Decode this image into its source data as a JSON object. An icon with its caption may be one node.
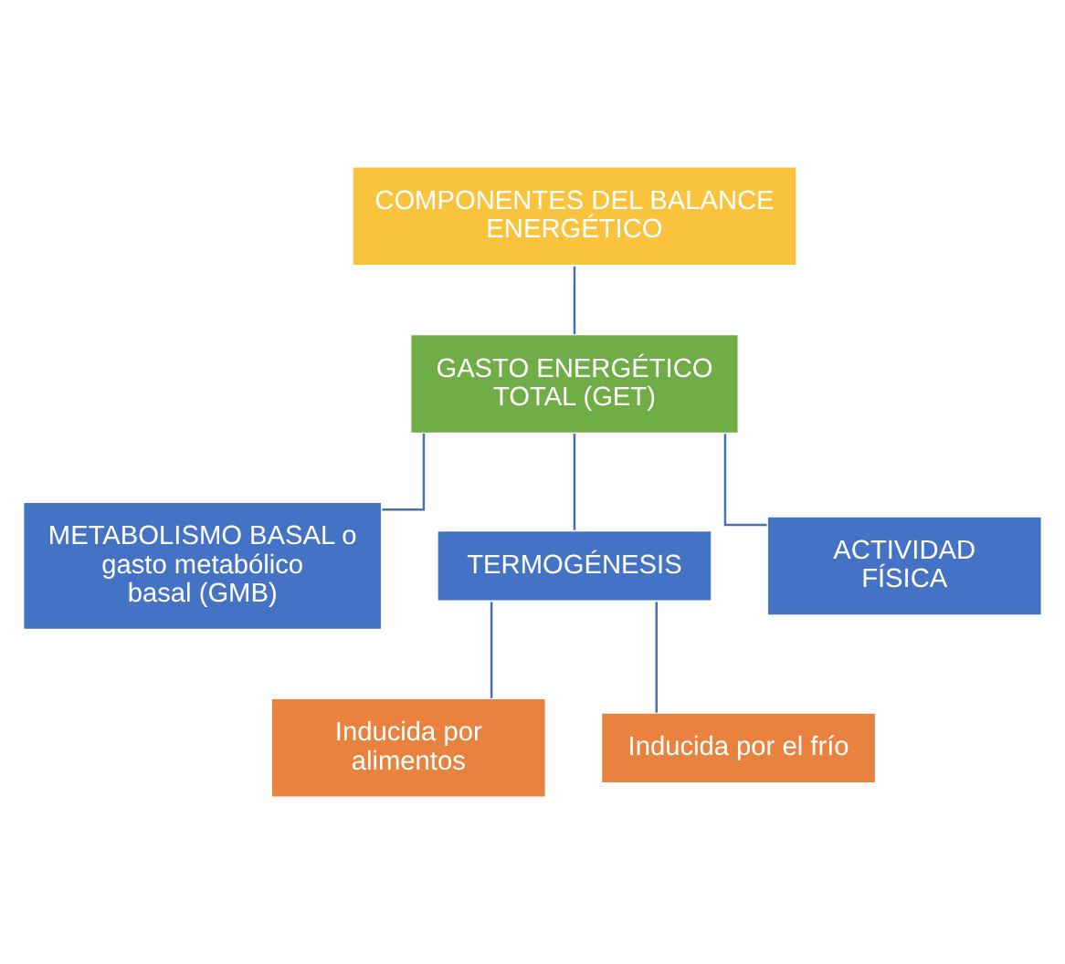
{
  "diagram": {
    "nodes": [
      {
        "text": [
          "COMPONENTES DEL BALANCE ENERGÉTICO"
        ]
      },
      {
        "text": [
          "GASTO ENERGÉTICO TOTAL (GET)"
        ]
      },
      {
        "text": [
          "METABOLISMO BASAL o gasto metabólico basal (GMB)"
        ]
      },
      {
        "text": [
          "TERMOGÉNESIS"
        ]
      },
      {
        "text": [
          "ACTIVIDAD FÍSICA"
        ]
      },
      {
        "text": [
          "Inducida por alimentos"
        ]
      },
      {
        "text": [
          "Inducida por el frío"
        ]
      }
    ],
    "edges": [
      {
        "from": 0,
        "to": 1,
        "arrow": "none"
      },
      {
        "from": 1,
        "to": 2,
        "arrow": "none"
      },
      {
        "from": 1,
        "to": 3,
        "arrow": "none"
      },
      {
        "from": 1,
        "to": 4,
        "arrow": "none"
      },
      {
        "from": 3,
        "to": 5,
        "arrow": "none"
      },
      {
        "from": 3,
        "to": 6,
        "arrow": "none"
      }
    ]
  }
}
